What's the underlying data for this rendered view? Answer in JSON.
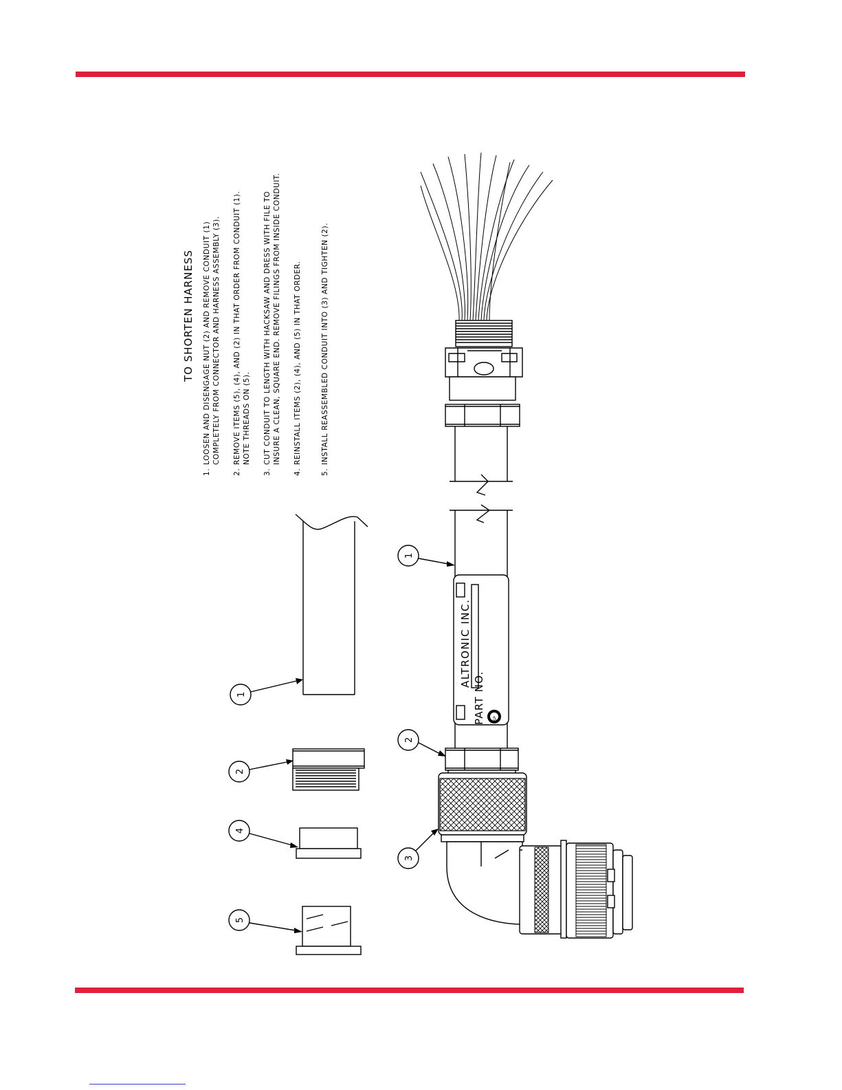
{
  "colors": {
    "rule": "#e0203a",
    "ink": "#000000",
    "link": "#3a3acc"
  },
  "instructions": {
    "title": "TO  SHORTEN  HARNESS",
    "steps": [
      {
        "number": "1.",
        "lines": [
          "LOOSEN AND DISENGAGE NUT (2) AND REMOVE CONDUIT (1)",
          "COMPLETELY FROM CONNECTOR AND HARNESS ASSEMBLY (3)."
        ]
      },
      {
        "number": "2.",
        "lines": [
          "REMOVE ITEMS (5), (4), AND (2) IN THAT ORDER FROM CONDUIT (1).",
          "NOTE THREADS ON (5)."
        ]
      },
      {
        "number": "3.",
        "lines": [
          "CUT CONDUIT TO LENGTH WITH HACKSAW AND DRESS WITH FILE TO",
          "INSURE A CLEAN, SQUARE END.  REMOVE FILINGS FROM INSIDE CONDUIT."
        ]
      },
      {
        "number": "4.",
        "lines": [
          "REINSTALL ITEMS (2), (4), AND (5) IN THAT ORDER."
        ]
      },
      {
        "number": "5.",
        "lines": [
          "INSTALL REASSEMBLED CONDUIT INTO (3) AND TIGHTEN (2)."
        ]
      }
    ]
  },
  "label_plate": {
    "company": "ALTRONIC  INC.",
    "part_label": "PART  NO.",
    "cert_mark": "SP"
  },
  "callouts": {
    "parts": [
      "1",
      "2",
      "4",
      "5"
    ],
    "assembly": [
      "1",
      "2",
      "3"
    ]
  },
  "icons": [
    "callout-balloon-icon",
    "conduit-icon",
    "nut-icon",
    "ferrule-icon",
    "bushing-icon",
    "connector-icon",
    "wire-bundle-icon",
    "csa-mark-icon"
  ]
}
